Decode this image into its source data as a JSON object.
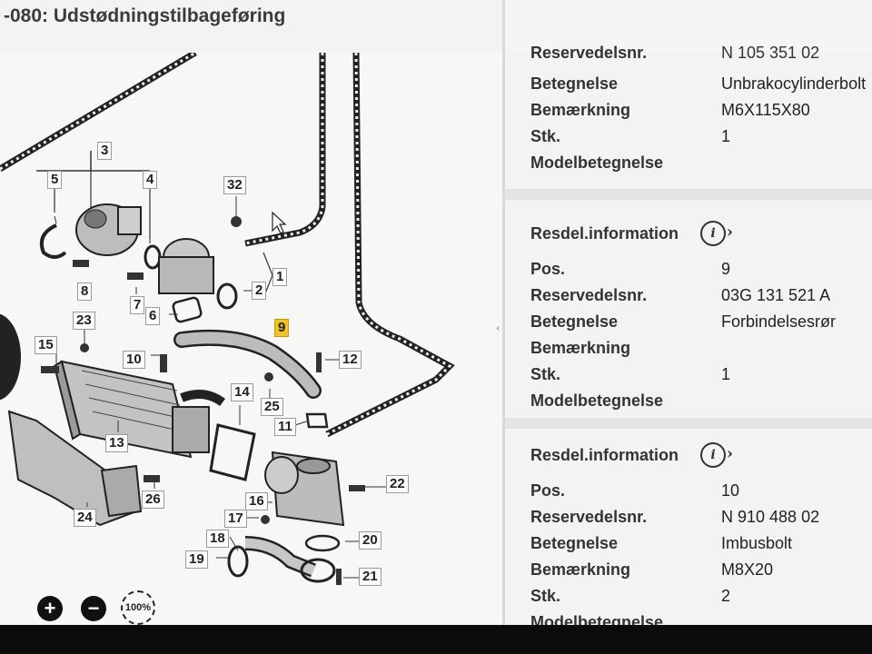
{
  "window": {
    "title": "-080: Udstødningstilbageføring"
  },
  "diagram": {
    "callouts": [
      {
        "id": "3",
        "text": "3"
      },
      {
        "id": "5",
        "text": "5"
      },
      {
        "id": "4",
        "text": "4"
      },
      {
        "id": "32",
        "text": "32"
      },
      {
        "id": "1",
        "text": "1"
      },
      {
        "id": "2",
        "text": "2"
      },
      {
        "id": "8",
        "text": "8"
      },
      {
        "id": "7",
        "text": "7"
      },
      {
        "id": "6",
        "text": "6"
      },
      {
        "id": "9",
        "text": "9"
      },
      {
        "id": "23",
        "text": "23"
      },
      {
        "id": "15",
        "text": "15"
      },
      {
        "id": "10",
        "text": "10"
      },
      {
        "id": "12",
        "text": "12"
      },
      {
        "id": "14",
        "text": "14"
      },
      {
        "id": "25",
        "text": "25"
      },
      {
        "id": "11",
        "text": "11"
      },
      {
        "id": "13",
        "text": "13"
      },
      {
        "id": "22",
        "text": "22"
      },
      {
        "id": "26",
        "text": "26"
      },
      {
        "id": "16",
        "text": "16"
      },
      {
        "id": "24",
        "text": "24"
      },
      {
        "id": "17",
        "text": "17"
      },
      {
        "id": "18",
        "text": "18"
      },
      {
        "id": "20",
        "text": "20"
      },
      {
        "id": "19",
        "text": "19"
      },
      {
        "id": "21",
        "text": "21"
      }
    ],
    "highlighted": "9",
    "zoom": {
      "in": "+",
      "out": "−",
      "reset": "100%"
    }
  },
  "labels": {
    "resdel_info": "Resdel.information",
    "pos": "Pos.",
    "reservedelsnr": "Reservedelsnr.",
    "betegnelse": "Betegnelse",
    "bemaerkning": "Bemærkning",
    "stk": "Stk.",
    "modelbetegnelse": "Modelbetegnelse"
  },
  "cards": [
    {
      "partial_top": "Reservedelsnr.",
      "partial_val": "N 105 351 02",
      "betegnelse": "Unbrakocylinderbolt",
      "bemaerkning": "M6X115X80",
      "stk": "1",
      "modelbetegnelse": ""
    },
    {
      "pos": "9",
      "reservedelsnr": "03G 131 521 A",
      "betegnelse": "Forbindelsesrør",
      "bemaerkning": "",
      "stk": "1",
      "modelbetegnelse": ""
    },
    {
      "pos": "10",
      "reservedelsnr": "N 910 488 02",
      "betegnelse": "Imbusbolt",
      "bemaerkning": "M8X20",
      "stk": "2",
      "modelbetegnelse": ""
    }
  ],
  "splitter": {
    "left": "‹",
    "right": "›"
  },
  "icons": [
    "info-icon",
    "zoom-in-icon",
    "zoom-out-icon",
    "zoom-reset-icon",
    "cursor-icon"
  ]
}
